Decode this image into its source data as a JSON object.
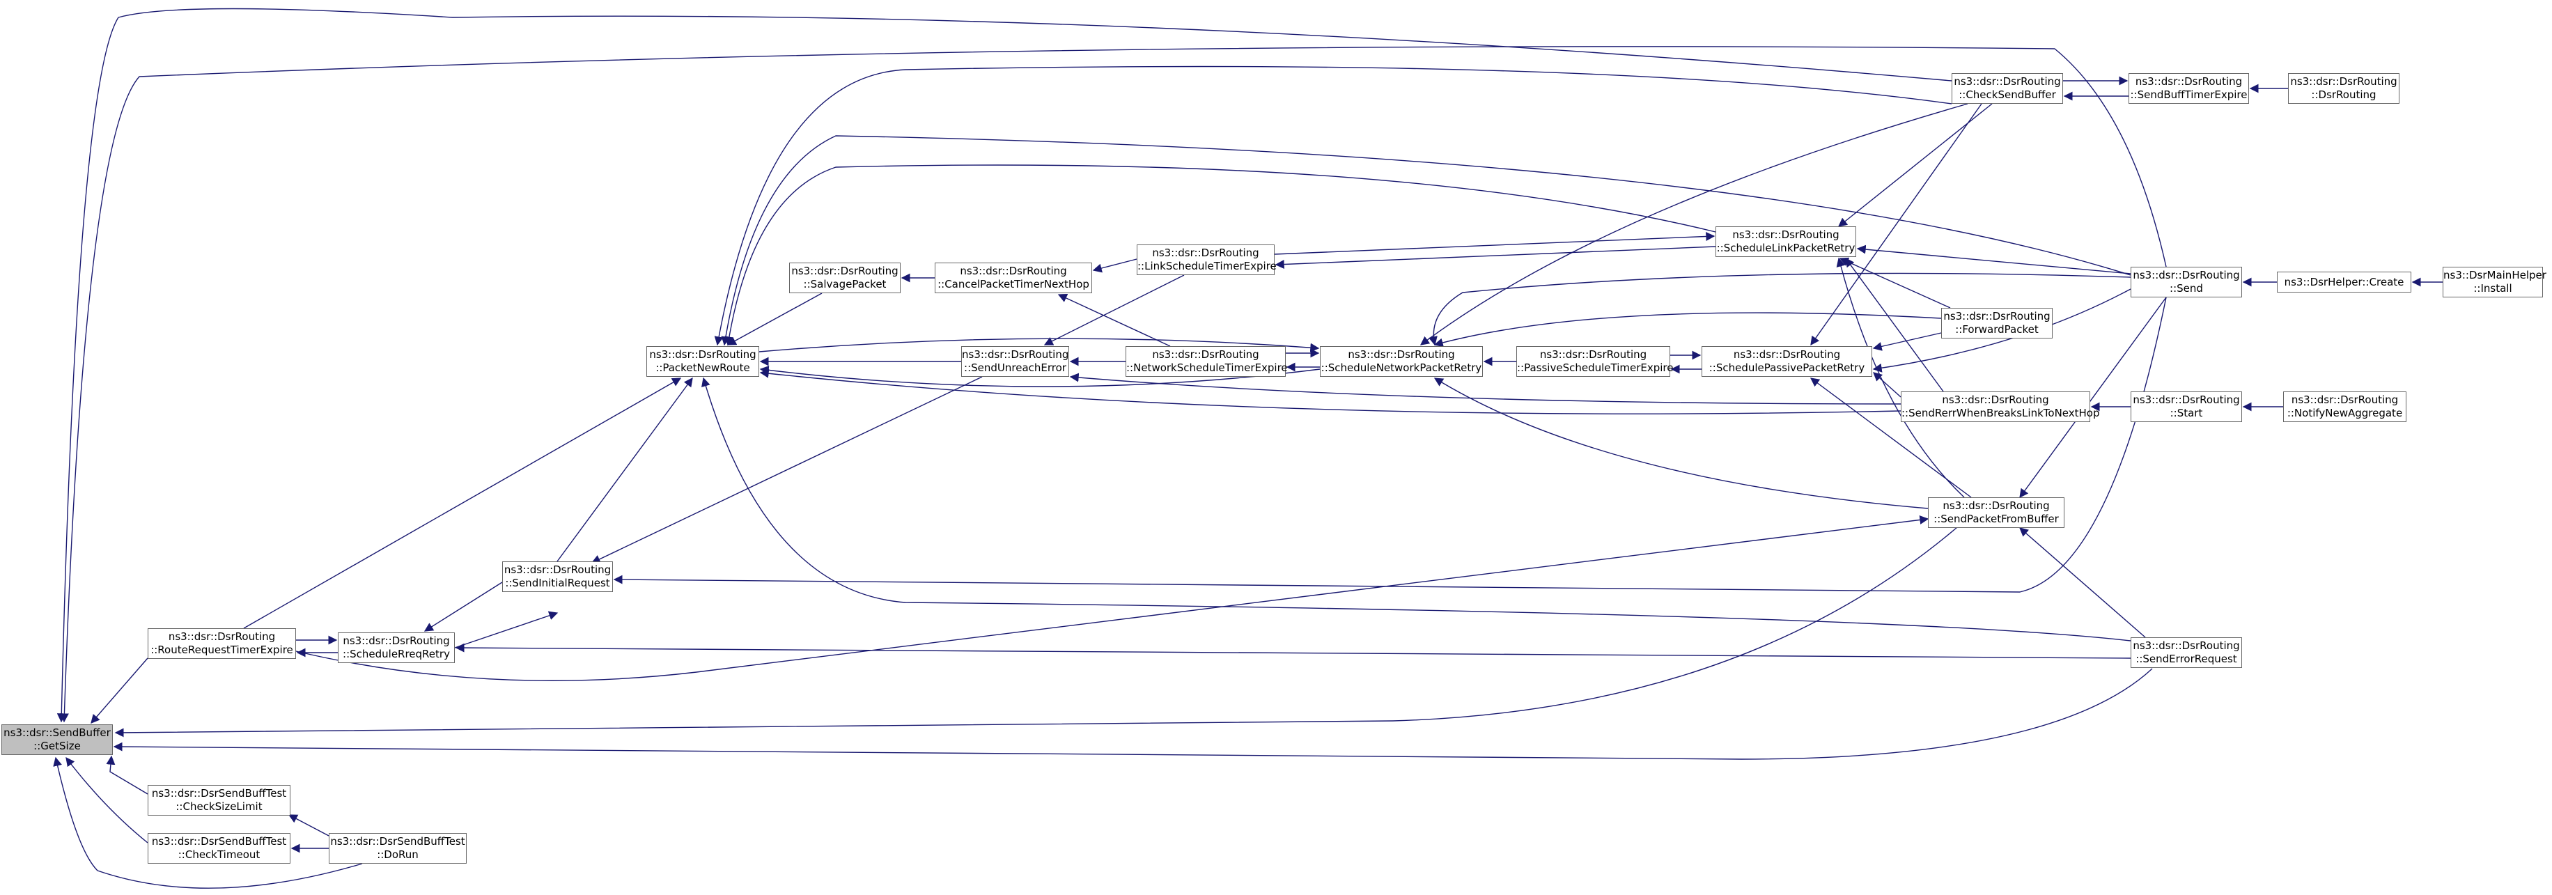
{
  "graph": {
    "edge_color": "#191970",
    "highlight_fill": "#bfbfbf",
    "nodes": {
      "getsize": {
        "lines": [
          "ns3::dsr::SendBuffer",
          "::GetSize"
        ],
        "root": true
      },
      "routereq": {
        "lines": [
          "ns3::dsr::DsrRouting",
          "::RouteRequestTimerExpire"
        ]
      },
      "checksizelimit": {
        "lines": [
          "ns3::dsr::DsrSendBuffTest",
          "::CheckSizeLimit"
        ]
      },
      "checktimeout": {
        "lines": [
          "ns3::dsr::DsrSendBuffTest",
          "::CheckTimeout"
        ]
      },
      "dorun": {
        "lines": [
          "ns3::dsr::DsrSendBuffTest",
          "::DoRun"
        ]
      },
      "schedreqretry": {
        "lines": [
          "ns3::dsr::DsrRouting",
          "::ScheduleRreqRetry"
        ]
      },
      "sendinitreq": {
        "lines": [
          "ns3::dsr::DsrRouting",
          "::SendInitialRequest"
        ]
      },
      "packetnewroute": {
        "lines": [
          "ns3::dsr::DsrRouting",
          "::PacketNewRoute"
        ]
      },
      "salvage": {
        "lines": [
          "ns3::dsr::DsrRouting",
          "::SalvagePacket"
        ]
      },
      "cancelnexthop": {
        "lines": [
          "ns3::dsr::DsrRouting",
          "::CancelPacketTimerNextHop"
        ]
      },
      "sendunreach": {
        "lines": [
          "ns3::dsr::DsrRouting",
          "::SendUnreachError"
        ]
      },
      "linksched": {
        "lines": [
          "ns3::dsr::DsrRouting",
          "::LinkScheduleTimerExpire"
        ]
      },
      "networksched": {
        "lines": [
          "ns3::dsr::DsrRouting",
          "::NetworkScheduleTimerExpire"
        ]
      },
      "schednetretry": {
        "lines": [
          "ns3::dsr::DsrRouting",
          "::ScheduleNetworkPacketRetry"
        ]
      },
      "passivesched": {
        "lines": [
          "ns3::dsr::DsrRouting",
          "::PassiveScheduleTimerExpire"
        ]
      },
      "schedlinkretry": {
        "lines": [
          "ns3::dsr::DsrRouting",
          "::ScheduleLinkPacketRetry"
        ]
      },
      "schedpassretry": {
        "lines": [
          "ns3::dsr::DsrRouting",
          "::SchedulePassivePacketRetry"
        ]
      },
      "checksendbuf": {
        "lines": [
          "ns3::dsr::DsrRouting",
          "::CheckSendBuffer"
        ]
      },
      "forwardpacket": {
        "lines": [
          "ns3::dsr::DsrRouting",
          "::ForwardPacket"
        ]
      },
      "sendrerr": {
        "lines": [
          "ns3::dsr::DsrRouting",
          "::SendRerrWhenBreaksLinkToNextHop"
        ]
      },
      "sendfrombuf": {
        "lines": [
          "ns3::dsr::DsrRouting",
          "::SendPacketFromBuffer"
        ]
      },
      "sendbufftimer": {
        "lines": [
          "ns3::dsr::DsrRouting",
          "::SendBuffTimerExpire"
        ]
      },
      "dsrrouting": {
        "lines": [
          "ns3::dsr::DsrRouting",
          "::DsrRouting"
        ]
      },
      "send": {
        "lines": [
          "ns3::dsr::DsrRouting",
          "::Send"
        ]
      },
      "start": {
        "lines": [
          "ns3::dsr::DsrRouting",
          "::Start"
        ]
      },
      "senderrreq": {
        "lines": [
          "ns3::dsr::DsrRouting",
          "::SendErrorRequest"
        ]
      },
      "helpercreate": {
        "lines": [
          "ns3::DsrHelper::Create"
        ]
      },
      "mainhelper": {
        "lines": [
          "ns3::DsrMainHelper",
          "::Install"
        ]
      },
      "notifyagg": {
        "lines": [
          "ns3::dsr::DsrRouting",
          "::NotifyNewAggregate"
        ]
      }
    }
  }
}
